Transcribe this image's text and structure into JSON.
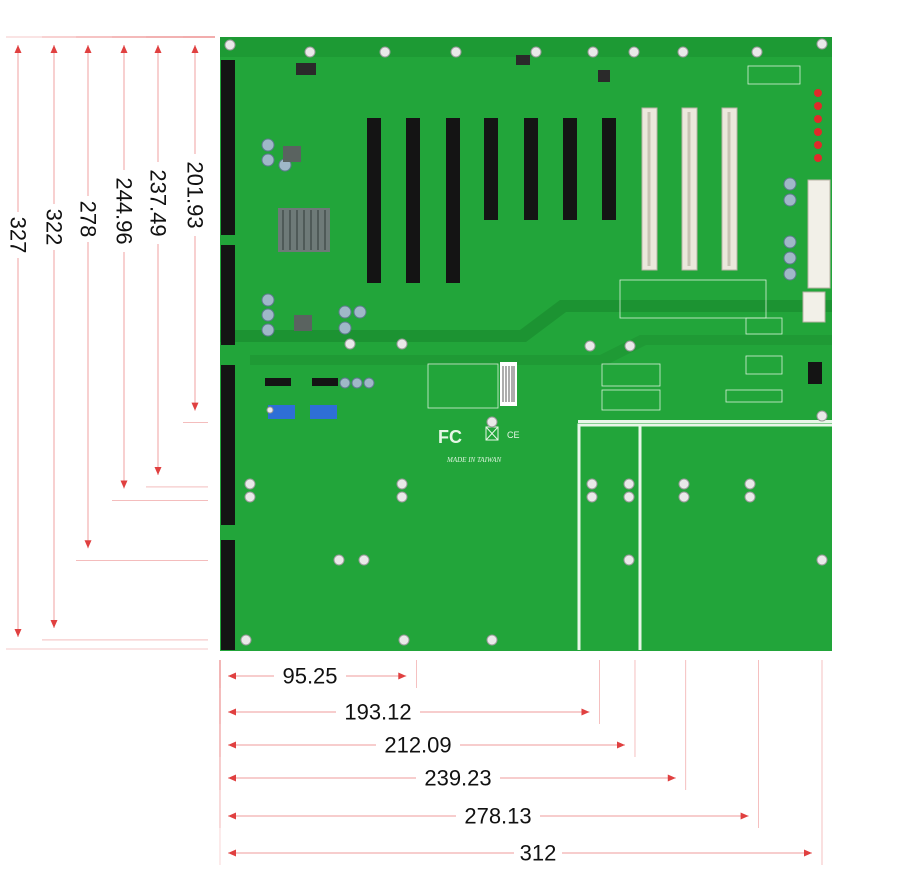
{
  "board": {
    "fc_mark": "FC",
    "ce_mark": "CE",
    "made_in": "MADE IN TAIWAN"
  },
  "dimensions": {
    "vertical": [
      {
        "label": "201.93",
        "mm": 201.93
      },
      {
        "label": "237.49",
        "mm": 237.49
      },
      {
        "label": "244.96",
        "mm": 244.96
      },
      {
        "label": "278",
        "mm": 278
      },
      {
        "label": "322",
        "mm": 322
      },
      {
        "label": "327",
        "mm": 327
      }
    ],
    "horizontal": [
      {
        "label": "95.25",
        "mm": 95.25
      },
      {
        "label": "193.12",
        "mm": 193.12
      },
      {
        "label": "212.09",
        "mm": 212.09
      },
      {
        "label": "239.23",
        "mm": 239.23
      },
      {
        "label": "278.13",
        "mm": 278.13
      },
      {
        "label": "312",
        "mm": 312
      }
    ]
  },
  "colors": {
    "pcb": "#22a53a",
    "pcb_dark": "#178a2c",
    "dim_line": "#e04040",
    "slot_black": "#141414",
    "slot_white": "#ece8dc"
  }
}
